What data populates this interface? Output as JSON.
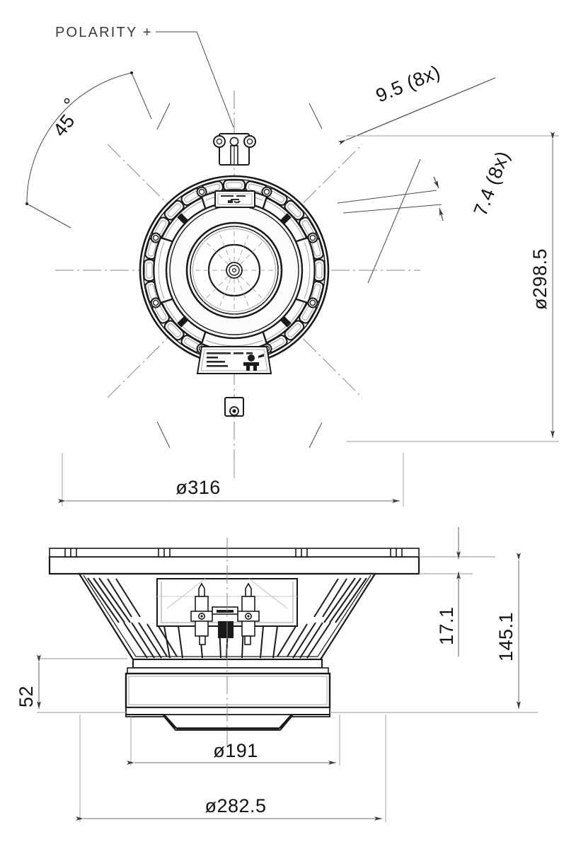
{
  "drawing": {
    "type": "mechanical-dimension-drawing",
    "subject": "loudspeaker-driver",
    "views": [
      {
        "name": "front-view",
        "label": ""
      },
      {
        "name": "side-section-view",
        "label": ""
      }
    ],
    "units": "mm"
  },
  "annotations": {
    "polarity_note": "POLARITY  +",
    "angle_45": "45",
    "angle_45_symbol": "°"
  },
  "dimensions": {
    "bolt_hole_dia": "9.5 (8x)",
    "slot_width": "7.4 (8x)",
    "bolt_circle_dia": "ø298.5",
    "outer_frame_dia": "ø316",
    "mount_depth": "17.1",
    "overall_depth": "145.1",
    "magnet_height": "52",
    "magnet_dia": "ø191",
    "baffle_cutout_dia": "ø282.5"
  },
  "colors": {
    "line": "#1a1a1a",
    "dim_line": "#6e6e6e",
    "center_line": "#8a8a8a",
    "hatch": "#2a2a2a",
    "background": "#fffffe",
    "note_text": "#3a3a3a"
  }
}
